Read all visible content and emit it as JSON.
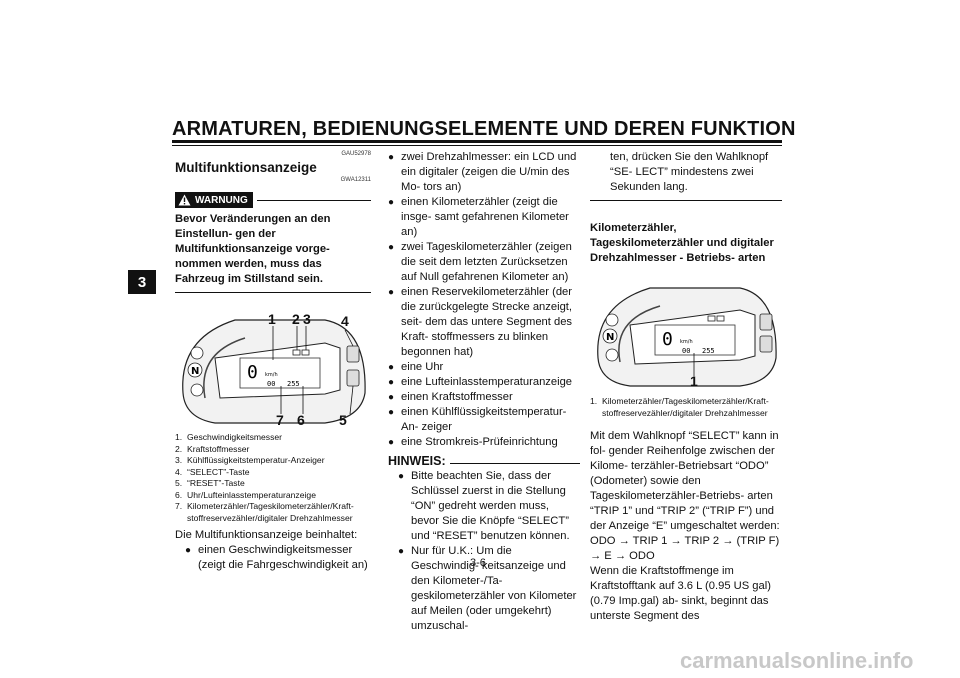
{
  "header": {
    "title": "ARMATUREN, BEDIENUNGSELEMENTE UND DEREN FUNKTION"
  },
  "chapter_tab": "3",
  "page_number": "3-6",
  "watermark": "carmanualsonline.info",
  "col1": {
    "code1": "GAU52978",
    "title": "Multifunktionsanzeige",
    "code2": "GWA12311",
    "warning_label": "WARNUNG",
    "warning_text": "Bevor Veränderungen an den Einstellun- gen der Multifunktionsanzeige vorge- nommen werden, muss das Fahrzeug im Stillstand sein.",
    "callouts": [
      "1",
      "2",
      "3",
      "4",
      "7",
      "6",
      "5"
    ],
    "legend": [
      {
        "n": "1.",
        "t": "Geschwindigkeitsmesser"
      },
      {
        "n": "2.",
        "t": "Kraftstoffmesser"
      },
      {
        "n": "3.",
        "t": "Kühlflüssigkeitstemperatur-Anzeiger"
      },
      {
        "n": "4.",
        "t": "“SELECT”-Taste"
      },
      {
        "n": "5.",
        "t": "“RESET”-Taste"
      },
      {
        "n": "6.",
        "t": "Uhr/Lufteinlasstemperaturanzeige"
      },
      {
        "n": "7.",
        "t": "Kilometerzähler/Tageskilometerzähler/Kraft- stoffreservezähler/digitaler Drehzahlmesser"
      }
    ],
    "intro": "Die Multifunktionsanzeige beinhaltet:",
    "bullet1": "einen Geschwindigkeitsmesser (zeigt die Fahrgeschwindigkeit an)"
  },
  "col2": {
    "bullets": [
      "zwei Drehzahlmesser: ein LCD und ein digitaler (zeigen die U/min des Mo- tors an)",
      "einen Kilometerzähler (zeigt die insge- samt gefahrenen Kilometer an)",
      "zwei Tageskilometerzähler (zeigen die seit dem letzten Zurücksetzen auf Null gefahrenen Kilometer an)",
      "einen Reservekilometerzähler (der die zurückgelegte Strecke anzeigt, seit- dem das untere Segment des Kraft- stoffmessers zu blinken begonnen hat)",
      "eine Uhr",
      "eine Lufteinlasstemperaturanzeige",
      "einen Kraftstoffmesser",
      "einen Kühlflüssigkeitstemperatur-An- zeiger",
      "eine Stromkreis-Prüfeinrichtung"
    ],
    "hinweis_label": "HINWEIS:",
    "hinweis_bullets": [
      "Bitte beachten Sie, dass der Schlüssel zuerst in die Stellung “ON” gedreht werden muss, bevor Sie die Knöpfe “SELECT” und “RESET” benutzen können.",
      "Nur für U.K.: Um die Geschwindig- keitsanzeige und den Kilometer-/Ta- geskilometerzähler von Kilometer auf Meilen (oder umgekehrt) umzuschal-"
    ]
  },
  "col3": {
    "continuation": "ten, drücken Sie den Wahlknopf “SE- LECT” mindestens zwei Sekunden lang.",
    "sub_title": "Kilometerzähler, Tageskilometerzähler und digitaler Drehzahlmesser - Betriebs- arten",
    "callout": "1",
    "legend": [
      {
        "n": "1.",
        "t": "Kilometerzähler/Tageskilometerzähler/Kraft- stoffreservezähler/digitaler Drehzahlmesser"
      }
    ],
    "para1": "Mit dem Wahlknopf “SELECT” kann in fol- gender Reihenfolge zwischen der Kilome- terzähler-Betriebsart “ODO” (Odometer) sowie den Tageskilometerzähler-Betriebs- arten “TRIP 1” und “TRIP 2” (“TRIP F”) und der Anzeige “E” umgeschaltet werden:",
    "sequence": "ODO → TRIP 1 → TRIP 2 → (TRIP F) → E → ODO",
    "para2": "Wenn die Kraftstoffmenge im Kraftstofftank auf 3.6 L (0.95 US gal) (0.79 Imp.gal) ab- sinkt, beginnt das unterste Segment des"
  },
  "display": {
    "digit": "0",
    "unit": "km/h",
    "readout1": "00",
    "readout2": "255",
    "letter_n": "N"
  }
}
